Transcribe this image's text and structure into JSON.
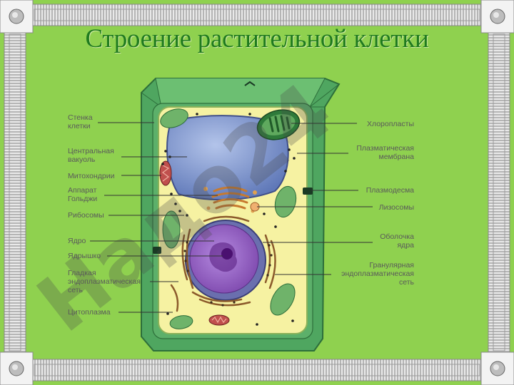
{
  "title": "Строение растительной клетки",
  "watermark": "Надо24",
  "colors": {
    "background": "#8fd14f",
    "title": "#1f7a1f",
    "cell_wall": "#3f9a55",
    "cytoplasm": "#f6f2a2",
    "vacuole": "#7f97cf",
    "nucleus": "#8f5cc0",
    "chloroplast": "#6fb36a",
    "label_text": "#5a5a5a"
  },
  "labels_left": [
    "Стенка\nклетки",
    "Центральная\nвакуоль",
    "Митохондрии",
    "Аппарат\nГольджи",
    "Рибосомы",
    "Ядро",
    "Ядрышко",
    "Гладкая\nэндоплазматическая\nсеть",
    "Цитоплазма"
  ],
  "labels_right": [
    "Хлоропласты",
    "Плазматическая\nмембрана",
    "Плазмодесма",
    "Лизосомы",
    "Оболочка\nядра",
    "Гранулярная\nэндоплазматическая\nсеть"
  ]
}
